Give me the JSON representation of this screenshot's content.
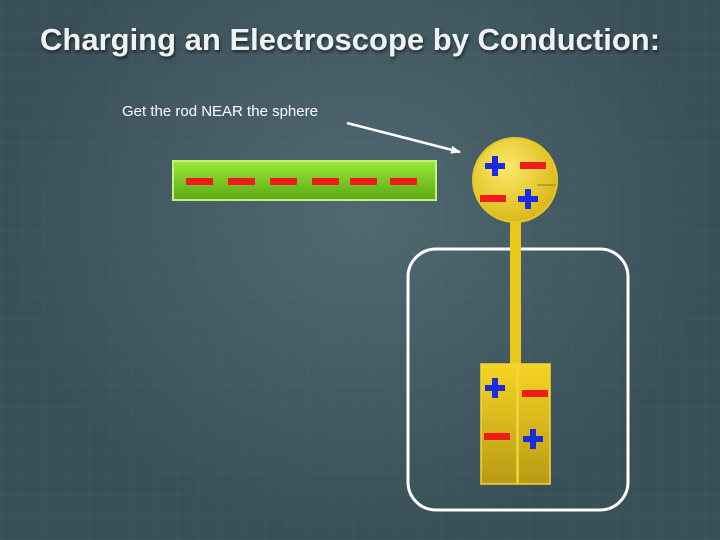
{
  "slide": {
    "title": "Charging an Electroscope by Conduction:",
    "caption": "Get the rod NEAR the sphere"
  },
  "diagram": {
    "rod": {
      "charge": "negative",
      "negative_charges": 6,
      "color": "#7fd21e"
    },
    "sphere": {
      "charges": [
        "positive",
        "negative",
        "negative",
        "positive"
      ],
      "color": "#f2d21a"
    },
    "leaves": {
      "charges": [
        "positive",
        "negative",
        "negative",
        "positive"
      ],
      "color": "#e8c21a"
    },
    "colors": {
      "positive": "#1a2be0",
      "negative": "#ee1c1c",
      "container": "#ffffff",
      "arrow": "#ffffff"
    }
  }
}
